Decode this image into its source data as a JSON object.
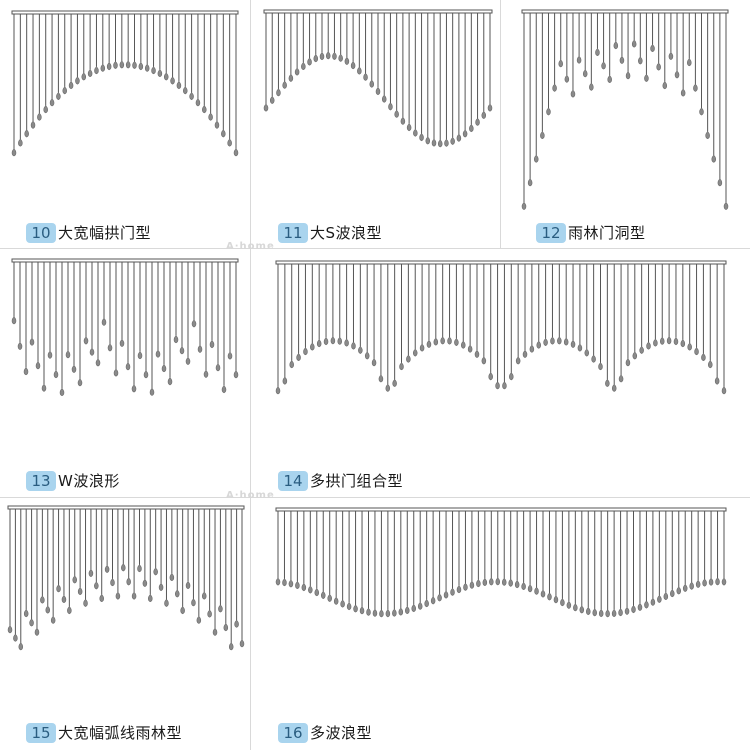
{
  "panels": [
    {
      "number": "10",
      "label": "大宽幅拱门型",
      "pattern": "arch"
    },
    {
      "number": "11",
      "label": "大S波浪型",
      "pattern": "s-wave"
    },
    {
      "number": "12",
      "label": "雨林门洞型",
      "pattern": "rainforest-doorway"
    },
    {
      "number": "13",
      "label": "W波浪形",
      "pattern": "w-wave"
    },
    {
      "number": "14",
      "label": "多拱门组合型",
      "pattern": "multi-arch"
    },
    {
      "number": "15",
      "label": "大宽幅弧线雨林型",
      "pattern": "arc-rainforest"
    },
    {
      "number": "16",
      "label": "多波浪型",
      "pattern": "multi-wave"
    }
  ],
  "watermark": "A·home",
  "colors": {
    "line": "#555555",
    "bead": "#8a8a8a",
    "badge_bg": "#a9d4ee",
    "badge_text": "#2a5d80",
    "divider": "#d9d9d9"
  }
}
